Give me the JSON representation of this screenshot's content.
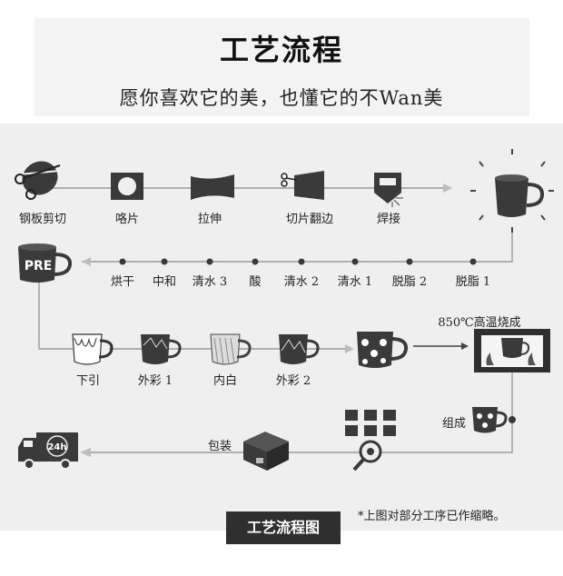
{
  "header": {
    "title": "工艺流程",
    "subtitle": "愿你喜欢它的美，也懂它的不Wan美"
  },
  "row1_steps": [
    "钢板剪切",
    "咯片",
    "拉伸",
    "切片翻边",
    "焊接"
  ],
  "row2_steps": [
    "烘干",
    "中和",
    "清水 3",
    "酸",
    "清水 2",
    "清水 1",
    "脱脂 2",
    "脱脂 1"
  ],
  "row3_steps": [
    "下引",
    "外彩 1",
    "内白",
    "外彩 2"
  ],
  "pre_badge": "PRE",
  "kiln_label": "850℃高温烧成",
  "assemble_label": "组成",
  "pack_label": "包装",
  "truck_badge": "24h",
  "footer": {
    "button": "工艺流程图",
    "note": "*上图对部分工序已作缩略。"
  },
  "colors": {
    "panel_bg": "#efefef",
    "header_bg": "#f3f3f3",
    "icon_dark": "#3a3a3a",
    "line": "#9a9a9a",
    "footer_btn": "#2f2f2f"
  }
}
